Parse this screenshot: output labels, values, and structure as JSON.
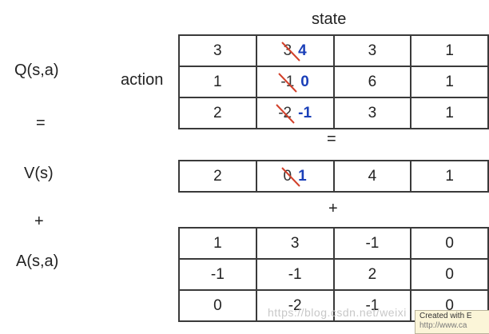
{
  "labels": {
    "state": "state",
    "action": "action",
    "q": "Q(s,a)",
    "v": "V(s)",
    "a": "A(s,a)",
    "equals_left": "=",
    "equals_mid": "=",
    "plus_left": "+",
    "plus_mid": "+"
  },
  "q_table": {
    "rows": [
      [
        {
          "v": "3"
        },
        {
          "old": "3",
          "new": "4"
        },
        {
          "v": "3"
        },
        {
          "v": "1"
        }
      ],
      [
        {
          "v": "1"
        },
        {
          "old": "-1",
          "new": "0"
        },
        {
          "v": "6"
        },
        {
          "v": "1"
        }
      ],
      [
        {
          "v": "2"
        },
        {
          "old": "-2",
          "new": "-1"
        },
        {
          "v": "3"
        },
        {
          "v": "1"
        }
      ]
    ]
  },
  "v_table": {
    "rows": [
      [
        {
          "v": "2"
        },
        {
          "old": "0",
          "new": "1"
        },
        {
          "v": "4"
        },
        {
          "v": "1"
        }
      ]
    ]
  },
  "a_table": {
    "rows": [
      [
        {
          "v": "1"
        },
        {
          "v": "3"
        },
        {
          "v": "-1"
        },
        {
          "v": "0"
        }
      ],
      [
        {
          "v": "-1"
        },
        {
          "v": "-1"
        },
        {
          "v": "2"
        },
        {
          "v": "0"
        }
      ],
      [
        {
          "v": "0"
        },
        {
          "v": "-2"
        },
        {
          "v": "-1"
        },
        {
          "v": "0"
        }
      ]
    ]
  },
  "watermark": "https://blog.csdn.net/weixi",
  "badge": {
    "line1": "Created with E",
    "line2": "http://www.ca"
  },
  "colors": {
    "new_value": "#1a3fb8",
    "strike": "#d2402a",
    "grid_line": "#3a3a3a"
  }
}
